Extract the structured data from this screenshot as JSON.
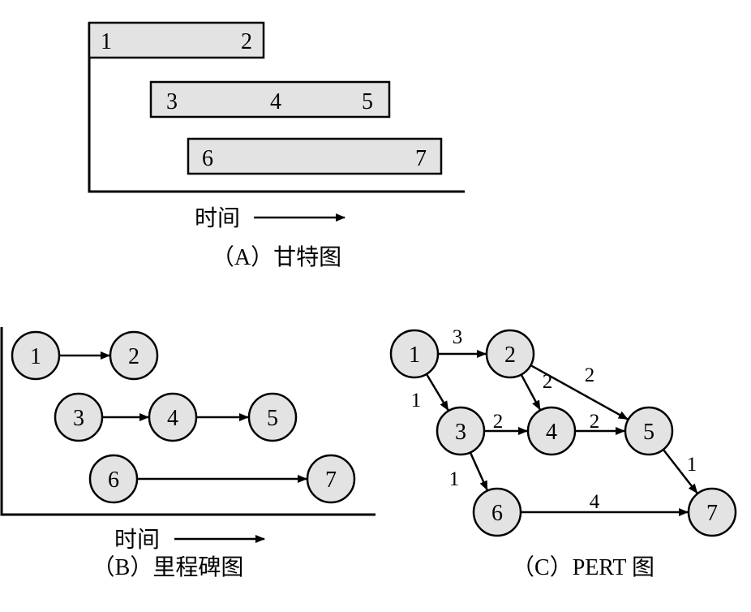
{
  "gantt": {
    "caption": "（A）甘特图",
    "time_label": "时间",
    "bars": [
      {
        "labels": [
          "1",
          "2"
        ]
      },
      {
        "labels": [
          "3",
          "4",
          "5"
        ]
      },
      {
        "labels": [
          "6",
          "7"
        ]
      }
    ]
  },
  "milestone": {
    "caption": "（B）里程碑图",
    "time_label": "时间",
    "nodes": [
      "1",
      "2",
      "3",
      "4",
      "5",
      "6",
      "7"
    ],
    "edges": [
      [
        "1",
        "2"
      ],
      [
        "3",
        "4"
      ],
      [
        "4",
        "5"
      ],
      [
        "6",
        "7"
      ]
    ]
  },
  "pert": {
    "caption": "（C）PERT 图",
    "nodes": [
      "1",
      "2",
      "3",
      "4",
      "5",
      "6",
      "7"
    ],
    "edges": [
      {
        "from": "1",
        "to": "2",
        "weight": "3"
      },
      {
        "from": "1",
        "to": "3",
        "weight": "1"
      },
      {
        "from": "2",
        "to": "4",
        "weight": "2"
      },
      {
        "from": "2",
        "to": "5",
        "weight": "2"
      },
      {
        "from": "3",
        "to": "4",
        "weight": "2"
      },
      {
        "from": "3",
        "to": "6",
        "weight": "1"
      },
      {
        "from": "4",
        "to": "5",
        "weight": "2"
      },
      {
        "from": "5",
        "to": "7",
        "weight": "1"
      },
      {
        "from": "6",
        "to": "7",
        "weight": "4"
      }
    ]
  }
}
